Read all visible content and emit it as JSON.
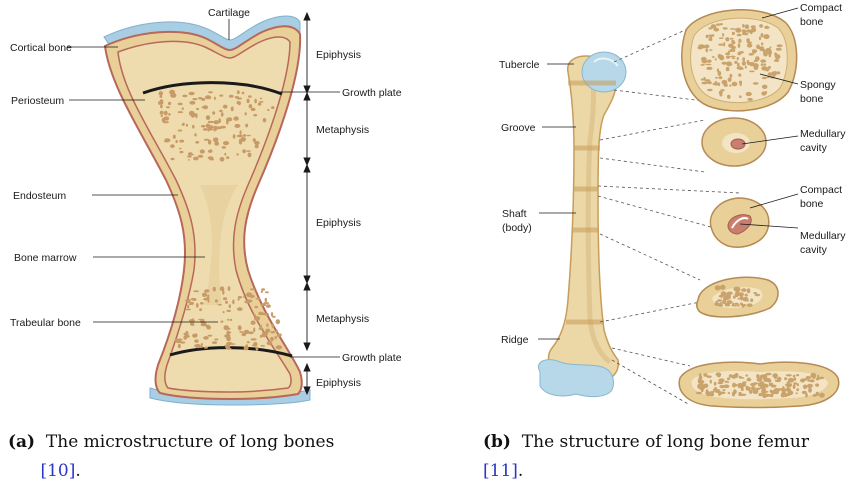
{
  "panel_a": {
    "labels": {
      "cartilage": "Cartilage",
      "cortical_bone": "Cortical bone",
      "periosteum": "Periosteum",
      "endosteum": "Endosteum",
      "bone_marrow": "Bone marrow",
      "trabecular_bone": "Trabeular bone",
      "growth_plate_top": "Growth plate",
      "growth_plate_bottom": "Growth plate"
    },
    "regions": {
      "epiphysis_top": "Epiphysis",
      "metaphysis_top": "Metaphysis",
      "epiphysis_mid": "Epiphysis",
      "metaphysis_bottom": "Metaphysis",
      "epiphysis_bottom": "Epiphysis"
    },
    "caption": {
      "tag": "(a)",
      "text_before": "The microstructure of long bones",
      "ref": "[10]",
      "text_after": "."
    }
  },
  "panel_b": {
    "labels": {
      "tubercle": "Tubercle",
      "groove": "Groove",
      "shaft_line1": "Shaft",
      "shaft_line2": "(body)",
      "ridge": "Ridge",
      "compact_bone_1_line1": "Compact",
      "compact_bone_1_line2": "bone",
      "spongy_bone_line1": "Spongy",
      "spongy_bone_line2": "bone",
      "medullary_cavity_1_line1": "Medullary",
      "medullary_cavity_1_line2": "cavity",
      "compact_bone_2_line1": "Compact",
      "compact_bone_2_line2": "bone",
      "medullary_cavity_2_line1": "Medullary",
      "medullary_cavity_2_line2": "cavity"
    },
    "caption": {
      "tag": "(b)",
      "text_before": "The structure of long bone femur",
      "ref": "[11]",
      "text_after": "."
    }
  },
  "colors": {
    "bone": "#efdcae",
    "bone_dark": "#d9bd85",
    "cortical": "#e9cf98",
    "periosteum": "#b8685a",
    "cartilage": "#a9cde3",
    "trabecular": "#c79a67",
    "ref_blue": "#2b35c7"
  }
}
